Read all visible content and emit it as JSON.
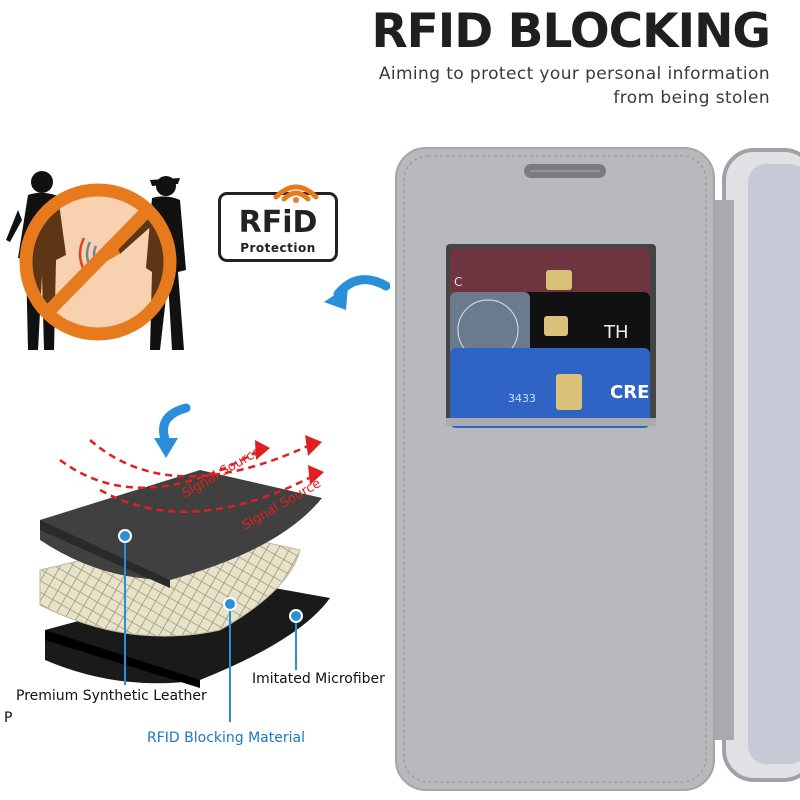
{
  "header": {
    "title": "RFID BLOCKING",
    "subtitle_line1": "Aiming to protect your personal information",
    "subtitle_line2": "from being stolen"
  },
  "badge": {
    "main": "RFiD",
    "sub": "Protection"
  },
  "layers": {
    "signal_label_1": "Signal Source",
    "signal_label_2": "Signal Source",
    "labels": {
      "premium": "Premium Synthetic Leather",
      "microfiber": "Imitated Microfiber",
      "rfid": "RFID Blocking Material"
    },
    "edge_fragment": "P"
  },
  "cards": {
    "top_fragment": "C",
    "black_fragment": "TH",
    "blue_brand_fragment": "CRE",
    "blue_number_fragment": "3433"
  },
  "colors": {
    "accent_orange": "#e87a1e",
    "accent_blue": "#2a8fd8",
    "signal_red": "#e02020",
    "case_gray": "#b7b9bc"
  }
}
